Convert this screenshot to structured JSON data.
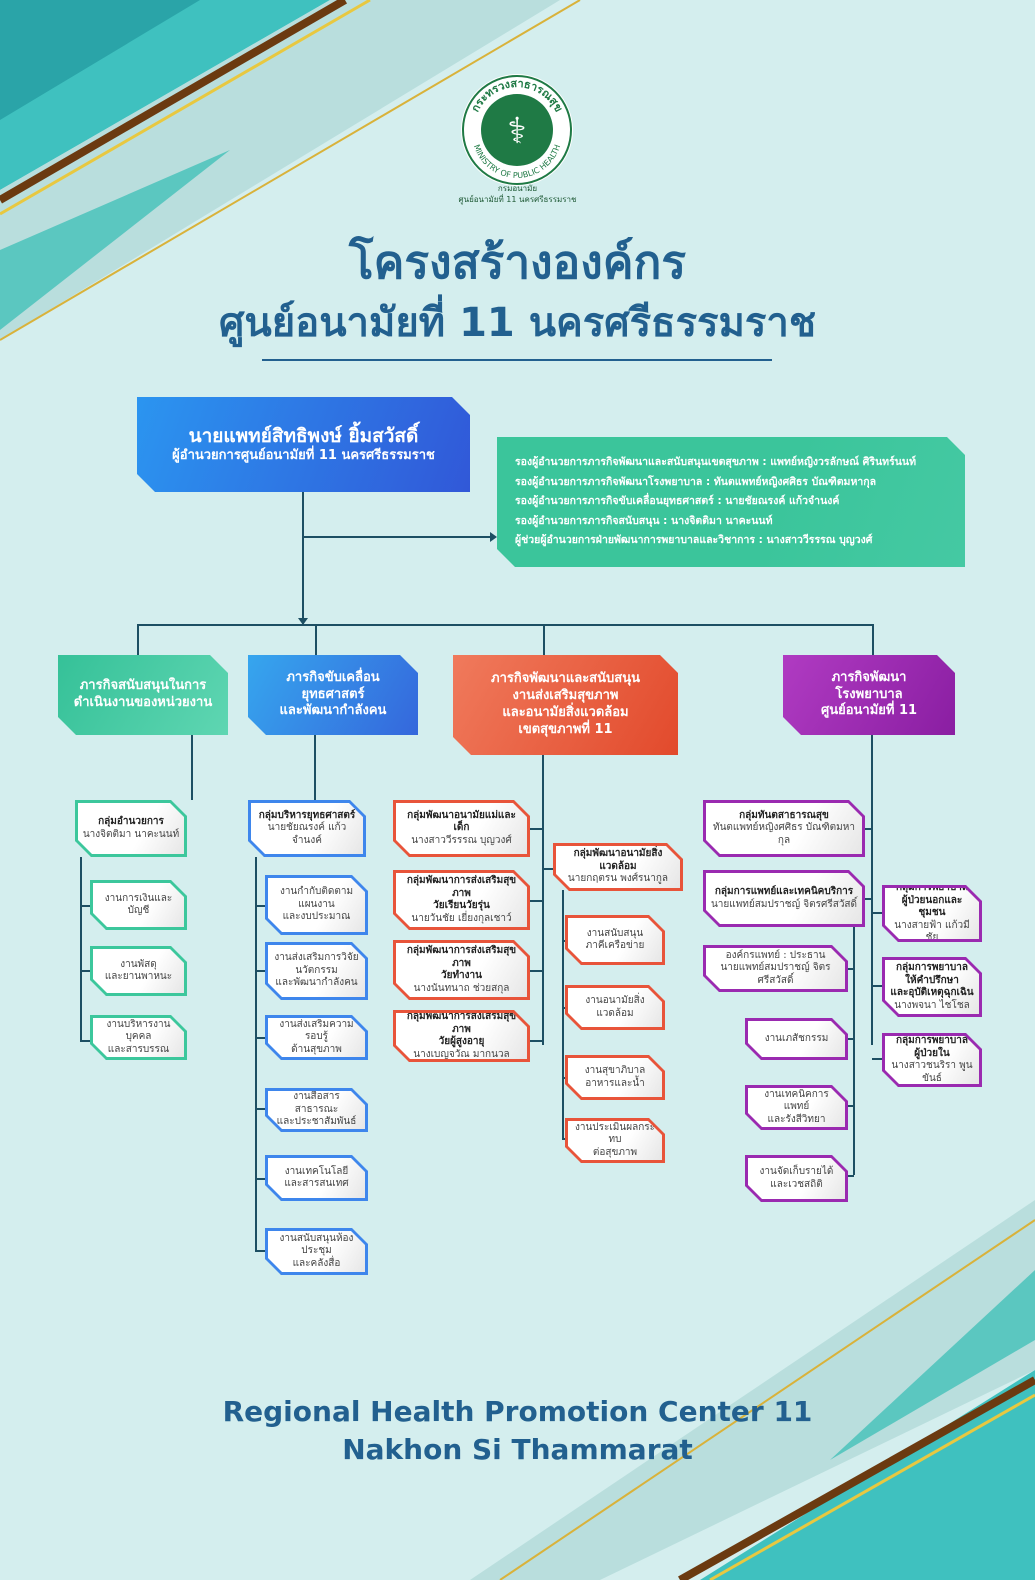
{
  "logo": {
    "seal_top": "กระทรวงสาธารณสุข",
    "seal_bottom": "MINISTRY OF PUBLIC HEALTH",
    "caption1": "กรมอนามัย",
    "caption2": "ศูนย์อนามัยที่ 11 นครศรีธรรมราช"
  },
  "title": {
    "line1": "โครงสร้างองค์กร",
    "line2": "ศูนย์อนามัยที่ 11 นครศรีธรรมราช"
  },
  "director": {
    "name": "นายแพทย์สิทธิพงษ์ ยิ้มสวัสดิ์",
    "position": "ผู้อำนวยการศูนย์อนามัยที่ 11 นครศรีธรรมราช"
  },
  "deputies": [
    "รองผู้อำนวยการภารกิจพัฒนาและสนับสนุนเขตสุขภาพ : แพทย์หญิงวรลักษณ์ ศิรินทร์นนท์",
    "รองผู้อำนวยการภารกิจพัฒนาโรงพยาบาล : ทันตแพทย์หญิงศศิธร บัณฑิตมหากุล",
    "รองผู้อำนวยการภารกิจขับเคลื่อนยุทธศาสตร์ : นายชัยณรงค์ แก้วจำนงค์",
    "รองผู้อำนวยการภารกิจสนับสนุน : นางจิตติมา นาคะนนท์",
    "ผู้ช่วยผู้อำนวยการฝ่ายพัฒนาการพยาบาลและวิชาการ : นางสาววีรรรณ บุญวงศ์"
  ],
  "branches": [
    "ภารกิจสนับสนุนในการ\nดำเนินงานของหน่วยงาน",
    "ภารกิจขับเคลื่อน\nยุทธศาสตร์\nและพัฒนากำลังคน",
    "ภารกิจพัฒนาและสนับสนุน\nงานส่งเสริมสุขภาพ\nและอนามัยสิ่งแวดล้อม\nเขตสุขภาพที่ 11",
    "ภารกิจพัฒนา\nโรงพยาบาล\nศูนย์อนามัยที่ 11"
  ],
  "units": [
    {
      "b": "กลุ่มอำนวยการ",
      "n": "นางจิตติมา นาคะนนท์"
    },
    {
      "n": "งานการเงินและบัญชี"
    },
    {
      "n": "งานพัสดุ\nและยานพาหนะ"
    },
    {
      "n": "งานบริหารงานบุคคล\nและสารบรรณ"
    },
    {
      "b": "กลุ่มบริหารยุทธศาสตร์",
      "n": "นายชัยณรงค์ แก้วจำนงค์"
    },
    {
      "n": "งานกำกับติดตาม\nแผนงาน\nและงบประมาณ"
    },
    {
      "n": "งานส่งเสริมการวิจัย\nนวัตกรรม\nและพัฒนากำลังคน"
    },
    {
      "n": "งานส่งเสริมความรอบรู้\nด้านสุขภาพ"
    },
    {
      "n": "งานสื่อสารสาธารณะ\nและประชาสัมพันธ์"
    },
    {
      "n": "งานเทคโนโลยี\nและสารสนเทศ"
    },
    {
      "n": "งานสนับสนุนห้องประชุม\nและคลังสื่อ"
    },
    {
      "b": "กลุ่มพัฒนาอนามัยแม่และเด็ก",
      "n": "นางสาววีรรรณ บุญวงศ์"
    },
    {
      "b": "กลุ่มพัฒนาการส่งเสริมสุขภาพ\nวัยเรียนวัยรุ่น",
      "n": "นายวันชัย เยี่ยงกุลเชาว์"
    },
    {
      "b": "กลุ่มพัฒนาการส่งเสริมสุขภาพ\nวัยทำงาน",
      "n": "นางนันทนาถ ช่วยสกุล"
    },
    {
      "b": "กลุ่มพัฒนาการส่งเสริมสุขภาพ\nวัยผู้สูงอายุ",
      "n": "นางเบญจวัณ มากนวล"
    },
    {
      "b": "กลุ่มพัฒนาอนามัยสิ่งแวดล้อม",
      "n": "นายกฤตรน พงศ์รนากูล"
    },
    {
      "n": "งานสนับสนุน\nภาคีเครือข่าย"
    },
    {
      "n": "งานอนามัยสิ่งแวดล้อม"
    },
    {
      "n": "งานสุขาภิบาล\nอาหารและน้ำ"
    },
    {
      "n": "งานประเมินผลกระทบ\nต่อสุขภาพ"
    },
    {
      "b": "กลุ่มทันตสาธารณสุข",
      "n": "ทันตแพทย์หญิงศศิธร บัณฑิตมหากุล"
    },
    {
      "b": "กลุ่มการแพทย์และเทคนิคบริการ",
      "n": "นายแพทย์สมปราชญ์ จิตรศรีสวัสดิ์"
    },
    {
      "n": "องค์กรแพทย์ : ประธาน\nนายแพทย์สมปราชญ์ จิตรศรีสวัสดิ์"
    },
    {
      "n": "งานเภสัชกรรม"
    },
    {
      "n": "งานเทคนิคการแพทย์\nและรังสีวิทยา"
    },
    {
      "n": "งานจัดเก็บรายได้\nและเวชสถิติ"
    },
    {
      "b": "กลุ่มการพยาบาล\nผู้ป่วยนอกและชุมชน",
      "n": "นางสายฟ้า แก้วมีชัย"
    },
    {
      "b": "กลุ่มการพยาบาล\nให้คำปรึกษา\nและอุบัติเหตุฉุกเฉิน",
      "n": "นางพจนา ไชโชล"
    },
    {
      "b": "กลุ่มการพยาบาล\nผู้ป่วยใน",
      "n": "นางสาวชนริรา พูนขันธ์"
    }
  ],
  "footer": {
    "line1": "Regional Health Promotion Center 11",
    "line2": "Nakhon Si Thammarat"
  },
  "colors": {
    "green": "#3cc79c",
    "blue": "#3e86ec",
    "red": "#e8543a",
    "purple": "#9a2ab0",
    "title": "#22608f",
    "bg": "#d4eeee"
  }
}
